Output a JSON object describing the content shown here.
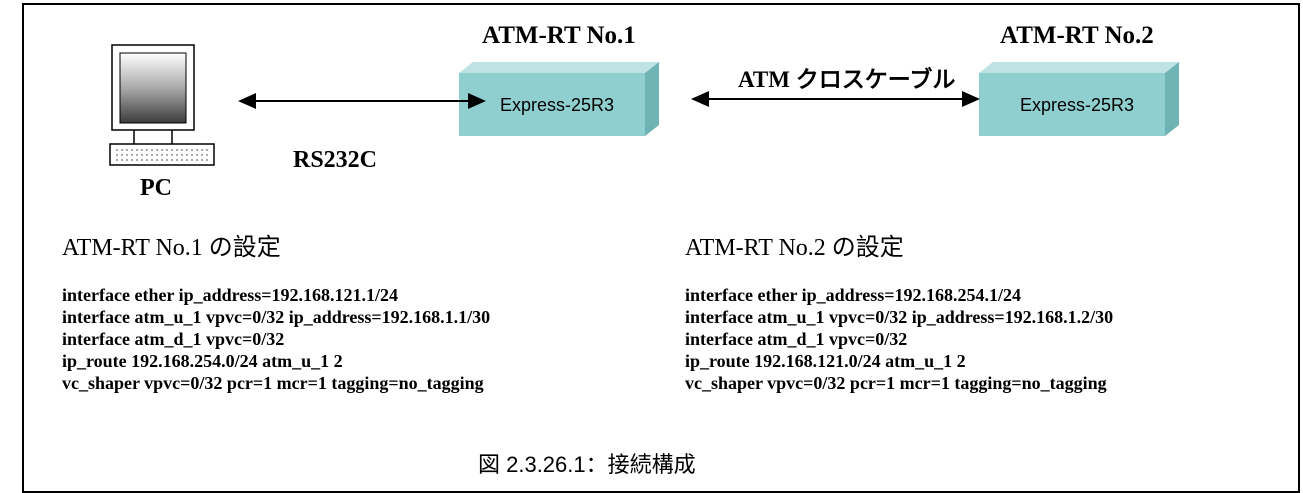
{
  "router1": {
    "title": "ATM-RT No.1",
    "box_label": "Express-25R3"
  },
  "router2": {
    "title": "ATM-RT No.2",
    "box_label": "Express-25R3"
  },
  "link_rs232c": "RS232C",
  "link_atm": "ATM クロスケーブル",
  "pc_label": "PC",
  "config1": {
    "title": "ATM-RT No.1 の設定",
    "lines": [
      "interface ether ip_address=192.168.121.1/24",
      "interface atm_u_1 vpvc=0/32 ip_address=192.168.1.1/30",
      "interface atm_d_1 vpvc=0/32",
      "ip_route 192.168.254.0/24 atm_u_1 2",
      "vc_shaper vpvc=0/32 pcr=1 mcr=1 tagging=no_tagging"
    ]
  },
  "config2": {
    "title": "ATM-RT No.2 の設定",
    "lines": [
      "interface ether ip_address=192.168.254.1/24",
      "interface atm_u_1 vpvc=0/32 ip_address=192.168.1.2/30",
      "interface atm_d_1 vpvc=0/32",
      "ip_route 192.168.121.0/24 atm_u_1 2",
      "vc_shaper vpvc=0/32 pcr=1 mcr=1 tagging=no_tagging"
    ]
  },
  "caption": "図 2.3.26.1：接続構成",
  "colors": {
    "box_front": "#8fcfd0",
    "box_top": "#bfe3e3",
    "box_side": "#6fb3b4",
    "line": "#000000"
  }
}
